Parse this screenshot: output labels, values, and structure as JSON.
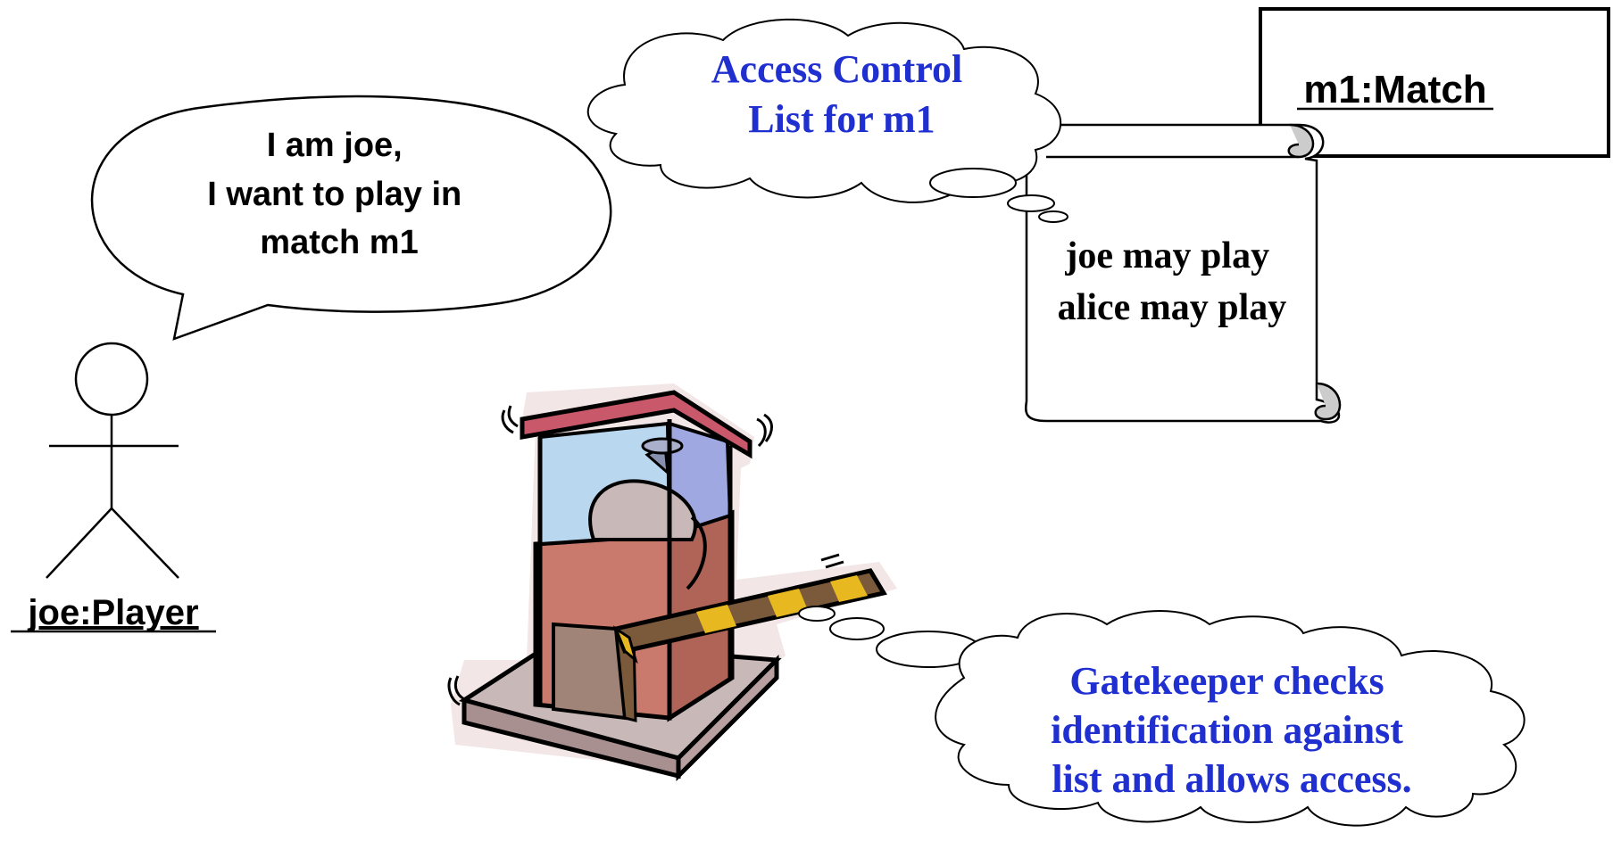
{
  "speech_bubble": {
    "lines": [
      "I am joe,",
      "I want to  play in",
      "match m1"
    ]
  },
  "actor": {
    "label": "joe:Player"
  },
  "acl_cloud": {
    "lines": [
      "Access Control",
      "List for m1"
    ]
  },
  "match_object": {
    "label": "m1:Match"
  },
  "scroll": {
    "lines": [
      "joe may play",
      "alice may play"
    ]
  },
  "gatekeeper_cloud": {
    "lines": [
      "Gatekeeper checks",
      "identification against",
      "list and allows access."
    ]
  },
  "colors": {
    "blue_text": "#1f2fd0",
    "cloud_fill": "#e8f4ff",
    "outline": "#000000",
    "booth_roof": "#c8586a",
    "booth_body": "#c97a6c",
    "booth_glass": "#b9d7ee",
    "booth_base": "#c8b8b8",
    "barrier_stripe": "#e8b820",
    "barrier_dark": "#7a5a3a"
  },
  "icons": [
    "stick-figure-icon",
    "gatekeeper-booth-icon",
    "scroll-icon"
  ]
}
